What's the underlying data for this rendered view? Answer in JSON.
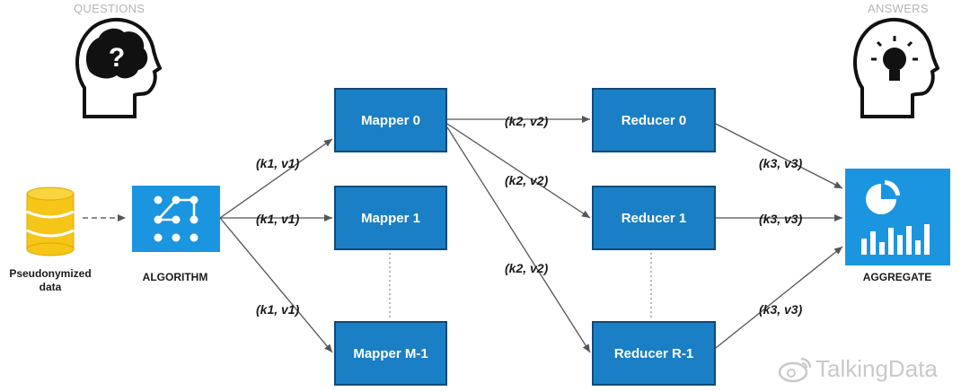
{
  "headers": {
    "questions": "QUESTIONS",
    "answers": "ANSWERS"
  },
  "source": {
    "label_line1": "Pseudonymized",
    "label_line2": "data"
  },
  "algorithm": {
    "label": "ALGORITHM"
  },
  "aggregate": {
    "label": "AGGREGATE"
  },
  "mappers": [
    "Mapper 0",
    "Mapper 1",
    "Mapper M-1"
  ],
  "reducers": [
    "Reducer 0",
    "Reducer 1",
    "Reducer R-1"
  ],
  "edge_labels": {
    "algo_to_mapper0": "(k1, v1)",
    "algo_to_mapper1": "(k1, v1)",
    "algo_to_mapperM": "(k1, v1)",
    "mapper_to_reducer0": "(k2, v2)",
    "mapper_to_reducer1": "(k2, v2)",
    "mapper_to_reducerR": "(k2, v2)",
    "reducer0_to_aggregate": "(k3, v3)",
    "reducer1_to_aggregate": "(k3, v3)",
    "reducerR_to_aggregate": "(k3, v3)"
  },
  "watermark": "TalkingData",
  "colors": {
    "node_fill": "#1b7fc5",
    "node_border": "#0f4a78",
    "database": "#f5c518",
    "arrow": "#555555"
  },
  "icons": [
    "brain-question-head-icon",
    "lightbulb-head-icon",
    "database-icon",
    "algorithm-network-icon",
    "aggregate-chart-icon",
    "weibo-icon"
  ]
}
